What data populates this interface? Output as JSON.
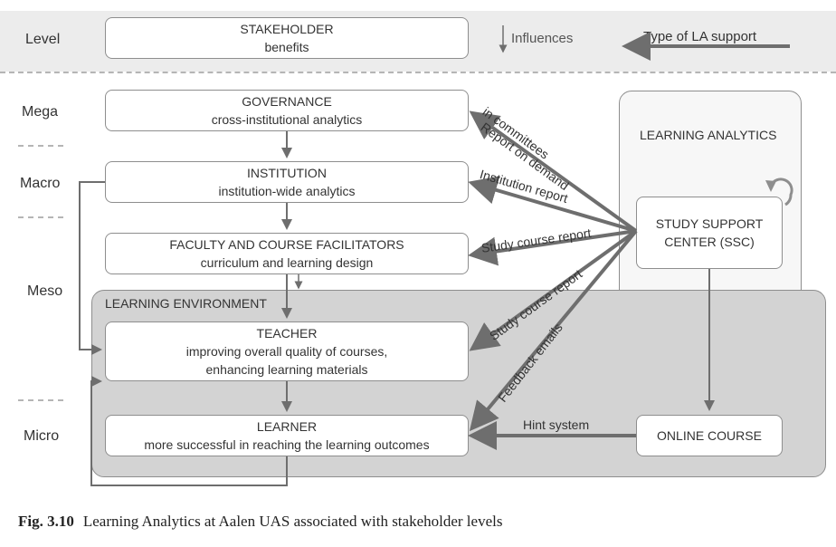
{
  "header": {
    "level_label": "Level",
    "stakeholder_title": "STAKEHOLDER",
    "stakeholder_subtitle": "benefits",
    "influences_label": "Influences",
    "support_label": "Type of LA support"
  },
  "levels": {
    "mega": "Mega",
    "macro": "Macro",
    "meso": "Meso",
    "micro": "Micro"
  },
  "stakeholders": {
    "governance": {
      "title": "GOVERNANCE",
      "subtitle": "cross-institutional analytics"
    },
    "institution": {
      "title": "INSTITUTION",
      "subtitle": "institution-wide analytics"
    },
    "faculty": {
      "title": "FACULTY AND COURSE FACILITATORS",
      "subtitle": "curriculum and learning design"
    },
    "teacher": {
      "title": "TEACHER",
      "subtitle_1": "improving overall quality of courses,",
      "subtitle_2": "enhancing learning materials"
    },
    "learner": {
      "title": "LEARNER",
      "subtitle": "more successful in reaching the learning outcomes"
    }
  },
  "containers": {
    "learning_environment": "LEARNING ENVIRONMENT",
    "learning_analytics": "LEARNING ANALYTICS"
  },
  "la_nodes": {
    "ssc_line1": "STUDY SUPPORT",
    "ssc_line2": "CENTER (SSC)",
    "online_course": "ONLINE COURSE"
  },
  "support_types": {
    "report_on_demand_1": "Report on demand",
    "report_on_demand_2": "in committees",
    "institution_report": "Institution report",
    "study_course_report_faculty": "Study course report",
    "study_course_report_teacher": "Study course report",
    "feedback_emails": "Feedback emails",
    "hint_system": "Hint system"
  },
  "caption": {
    "number": "Fig. 3.10",
    "text": "Learning Analytics at Aalen UAS associated with stakeholder levels"
  }
}
